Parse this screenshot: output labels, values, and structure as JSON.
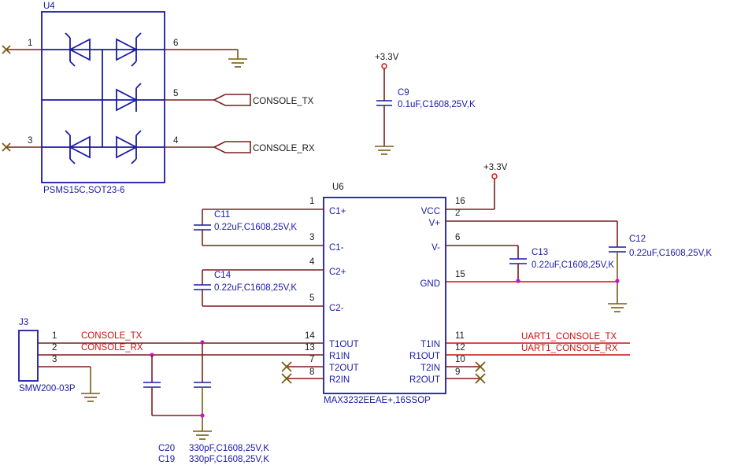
{
  "u4": {
    "ref": "U4",
    "part": "PSMS15C,SOT23-6",
    "pins": [
      "1",
      "3",
      "6",
      "5",
      "4"
    ]
  },
  "nets": {
    "console_tx": "CONSOLE_TX",
    "console_rx": "CONSOLE_RX",
    "uart1_tx": "UART1_CONSOLE_TX",
    "uart1_rx": "UART1_CONSOLE_RX"
  },
  "power": {
    "p33_a": "+3.3V",
    "p33_b": "+3.3V"
  },
  "c9": {
    "ref": "C9",
    "value": "0.1uF,C1608,25V,K"
  },
  "c11": {
    "ref": "C11",
    "value": "0.22uF,C1608,25V,K"
  },
  "c14": {
    "ref": "C14",
    "value": "0.22uF,C1608,25V,K"
  },
  "c13": {
    "ref": "C13",
    "value": "0.22uF,C1608,25V,K"
  },
  "c12": {
    "ref": "C12",
    "value": "0.22uF,C1608,25V,K"
  },
  "c20": {
    "ref": "C20",
    "value": "330pF,C1608,25V,K"
  },
  "c19": {
    "ref": "C19",
    "value": "330pF,C1608,25V,K"
  },
  "u6": {
    "ref": "U6",
    "part": "MAX3232EEAE+,16SSOP",
    "left_pins": [
      {
        "num": "1",
        "name": "C1+"
      },
      {
        "num": "3",
        "name": "C1-"
      },
      {
        "num": "4",
        "name": "C2+"
      },
      {
        "num": "5",
        "name": "C2-"
      },
      {
        "num": "14",
        "name": "T1OUT"
      },
      {
        "num": "13",
        "name": "R1IN"
      },
      {
        "num": "7",
        "name": "T2OUT"
      },
      {
        "num": "8",
        "name": "R2IN"
      }
    ],
    "right_pins": [
      {
        "num": "16",
        "name": "VCC"
      },
      {
        "num": "2",
        "name": "V+"
      },
      {
        "num": "6",
        "name": "V-"
      },
      {
        "num": "15",
        "name": "GND"
      },
      {
        "num": "11",
        "name": "T1IN"
      },
      {
        "num": "12",
        "name": "R1OUT"
      },
      {
        "num": "10",
        "name": "T2IN"
      },
      {
        "num": "9",
        "name": "R2OUT"
      }
    ]
  },
  "j3": {
    "ref": "J3",
    "part": "SMW200-03P",
    "pins": [
      "1",
      "2",
      "3"
    ]
  },
  "colors": {
    "wire": "#7a1e1e",
    "net_label": "#cc1111",
    "component": "#1a1aa6",
    "junction": "#cc11cc"
  }
}
